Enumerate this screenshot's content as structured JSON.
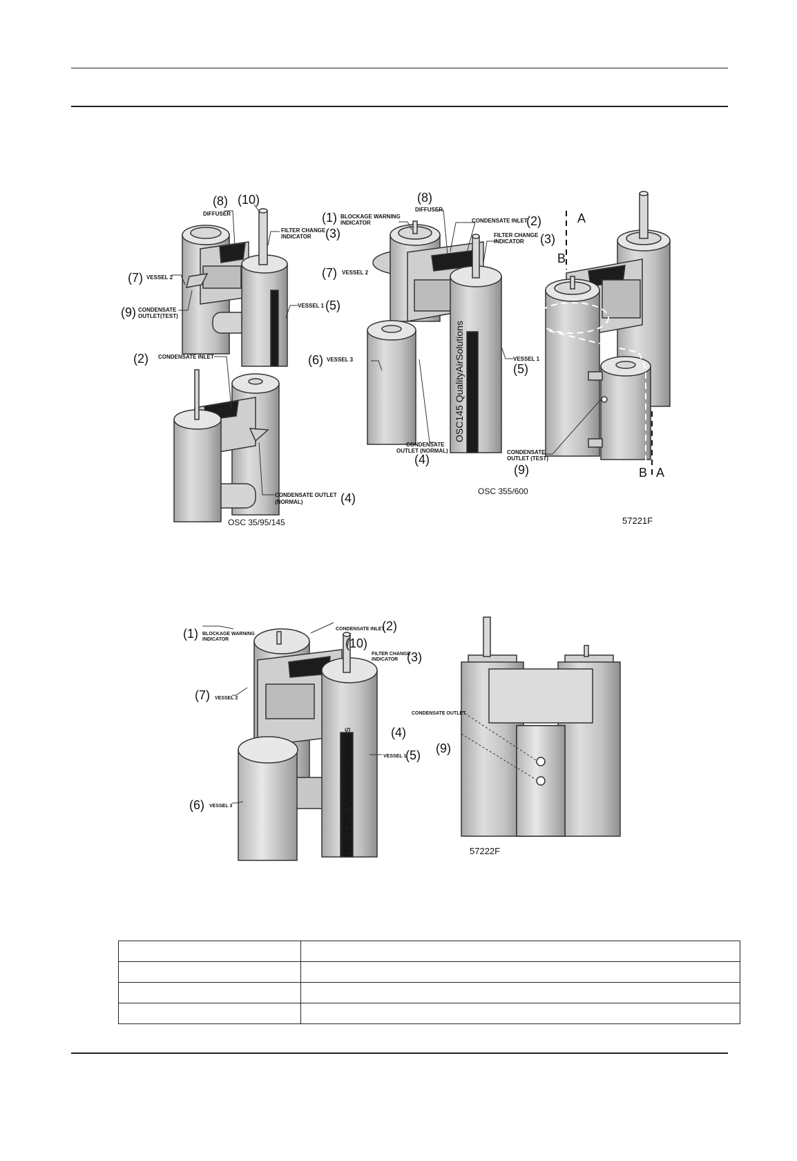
{
  "figure1": {
    "left": {
      "labels": {
        "diffuser": "DIFFUSER",
        "filter_change_indicator_l1": "FILTER CHANGE",
        "filter_change_indicator_l2": "INDICATOR",
        "vessel_2": "VESSEL 2",
        "condensate_outlet_test_l1": "CONDENSATE",
        "condensate_outlet_test_l2": "OUTLET(TEST)",
        "vessel_1": "VESSEL 1",
        "condensate_inlet": "CONDENSATE INLET",
        "condensate_outlet_normal_l1": "CONDENSATE OUTLET",
        "condensate_outlet_normal_l2": "(NORMAL)"
      },
      "numbers": {
        "n8": "(8)",
        "n10": "(10)",
        "n3": "(3)",
        "n7": "(7)",
        "n9": "(9)",
        "n5": "(5)",
        "n2": "(2)",
        "n4": "(4)"
      },
      "caption": "OSC 35/95/145"
    },
    "middle": {
      "labels": {
        "diffuser": "DIFFUSER",
        "blockage_l1": "BLOCKAGE WARNING",
        "blockage_l2": "INDICATOR",
        "condensate_inlet": "CONDENSATE INLET",
        "filter_change_indicator_l1": "FILTER CHANGE",
        "filter_change_indicator_l2": "INDICATOR",
        "vessel_2": "VESSEL 2",
        "vessel_3": "VESSEL 3",
        "vessel_1": "VESSEL 1",
        "condensate_outlet_normal_l1": "CONDENSATE",
        "condensate_outlet_normal_l2": "OUTLET (NORMAL)",
        "condensate_outlet_test_l1": "CONDENSATE",
        "condensate_outlet_test_l2": "OUTLET (TEST)",
        "brand_text": "OSC145 QualityAirSolutions"
      },
      "numbers": {
        "n8": "(8)",
        "n1": "(1)",
        "n2": "(2)",
        "n3": "(3)",
        "n7": "(7)",
        "n6": "(6)",
        "n5": "(5)",
        "n4": "(4)",
        "n9": "(9)"
      },
      "caption": "OSC 355/600"
    },
    "right": {
      "section_labels": {
        "a_top": "A",
        "b_top": "B",
        "b_bottom": "B",
        "a_bottom": "A"
      },
      "figure_id": "57221F"
    }
  },
  "figure2": {
    "left": {
      "labels": {
        "blockage_l1": "BLOCKAGE WARNING",
        "blockage_l2": "INDICATOR",
        "condensate_inlet": "CONDENSATE INLET",
        "filter_change_indicator_l1": "FILTER CHANGE",
        "filter_change_indicator_l2": "INDICATOR",
        "vessel_2": "VESSEL 2",
        "vessel_1": "VESSEL 1",
        "vessel_3": "VESSEL 3",
        "brand_text": "OSC 1200 QualityAirSolutions"
      },
      "numbers": {
        "n1": "(1)",
        "n2": "(2)",
        "n10": "(10)",
        "n3": "(3)",
        "n7": "(7)",
        "n5": "(5)",
        "n6": "(6)"
      }
    },
    "right": {
      "labels": {
        "condensate_outlet": "CONDENSATE OUTLET"
      },
      "numbers": {
        "n4": "(4)",
        "n9": "(9)"
      },
      "figure_id": "57222F"
    }
  },
  "table": {
    "rows": [
      [
        "",
        ""
      ],
      [
        "",
        ""
      ],
      [
        "",
        ""
      ],
      [
        "",
        ""
      ]
    ]
  }
}
